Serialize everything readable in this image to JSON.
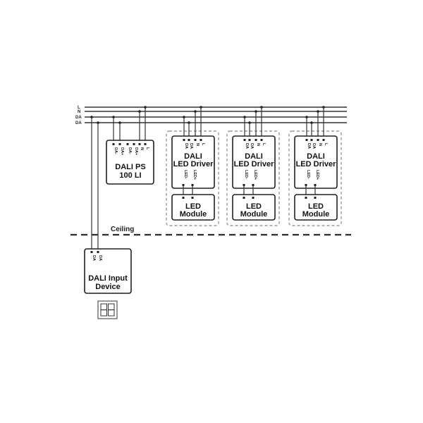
{
  "bus": {
    "lines": [
      "L",
      "N",
      "DA",
      "DA"
    ]
  },
  "ceiling": {
    "label": "Ceiling"
  },
  "power_supply": {
    "title_line1": "DALI PS",
    "title_line2": "100 LI",
    "pins": [
      "DA-",
      "DA+",
      "DA-",
      "DA+",
      "N",
      "L"
    ]
  },
  "drivers": [
    {
      "title_line1": "DALI",
      "title_line2": "LED Driver",
      "input_pins": [
        "DA",
        "DA",
        "N",
        "L"
      ],
      "output_pins": [
        "LED-",
        "LED+"
      ],
      "module_line1": "LED",
      "module_line2": "Module"
    },
    {
      "title_line1": "DALI",
      "title_line2": "LED Driver",
      "input_pins": [
        "DA",
        "DA",
        "N",
        "L"
      ],
      "output_pins": [
        "LED-",
        "LED+"
      ],
      "module_line1": "LED",
      "module_line2": "Module"
    },
    {
      "title_line1": "DALI",
      "title_line2": "LED Driver",
      "input_pins": [
        "DA",
        "DA",
        "N",
        "L"
      ],
      "output_pins": [
        "LED-",
        "LED+"
      ],
      "module_line1": "LED",
      "module_line2": "Module"
    }
  ],
  "input_device": {
    "title_line1": "DALI Input",
    "title_line2": "Device",
    "pins": [
      "DA",
      "DA"
    ],
    "switch_icon": "push-button-switch-icon"
  }
}
